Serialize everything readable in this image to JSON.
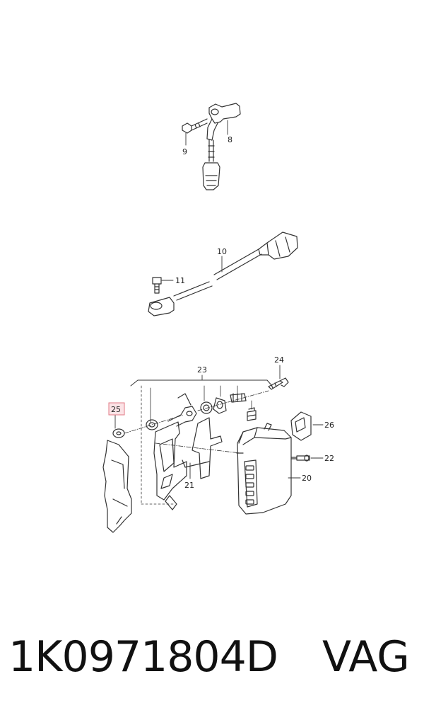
{
  "callouts": {
    "c8": "8",
    "c9": "9",
    "c10": "10",
    "c11": "11",
    "c20": "20",
    "c21": "21",
    "c22": "22",
    "c23": "23",
    "c24": "24",
    "c25": "25",
    "c26": "26"
  },
  "highlighted_callout": "25",
  "colors": {
    "line": "#333333",
    "highlight_border": "#e07a85",
    "highlight_fill": "#fbe3e6",
    "text": "#111111"
  },
  "caption": {
    "part_number": "1K0971804D",
    "brand": "VAG"
  }
}
